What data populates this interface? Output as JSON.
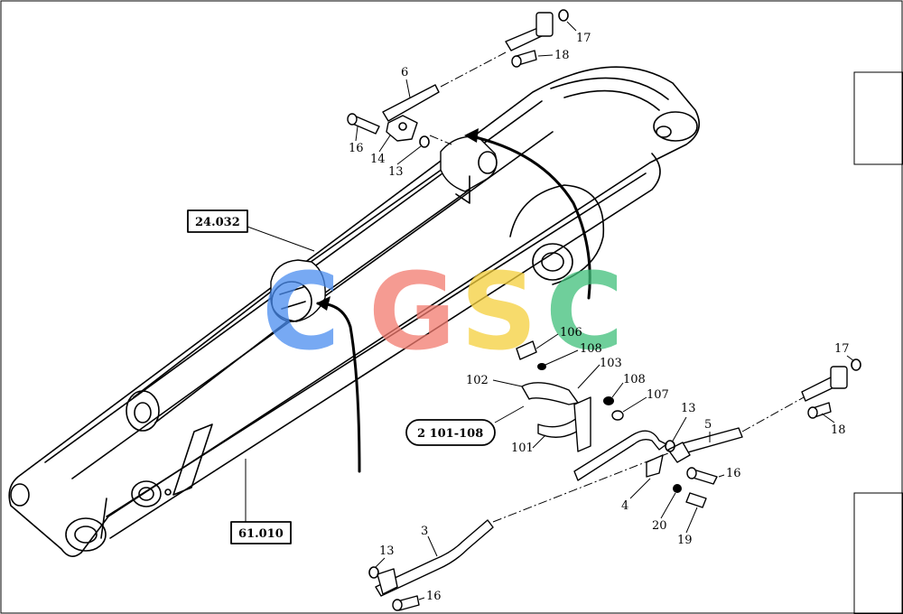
{
  "watermark": {
    "letters": [
      "C",
      "G",
      "S",
      "C"
    ],
    "colors": [
      "#4a8df0",
      "#f27a6e",
      "#f5cf3c",
      "#3fbf7a"
    ]
  },
  "ref_boxes": {
    "cylinder": "24.032",
    "boom": "61.010",
    "kit": "2 101-108"
  },
  "callouts": {
    "p3": "3",
    "p4": "4",
    "p5": "5",
    "p6": "6",
    "p13a": "13",
    "p13b": "13",
    "p13c": "13",
    "p14": "14",
    "p16a": "16",
    "p16b": "16",
    "p16c": "16",
    "p17a": "17",
    "p17b": "17",
    "p18a": "18",
    "p18b": "18",
    "p19": "19",
    "p20": "20",
    "p101": "101",
    "p102": "102",
    "p103": "103",
    "p106": "106",
    "p107": "107",
    "p108a": "108",
    "p108b": "108"
  }
}
